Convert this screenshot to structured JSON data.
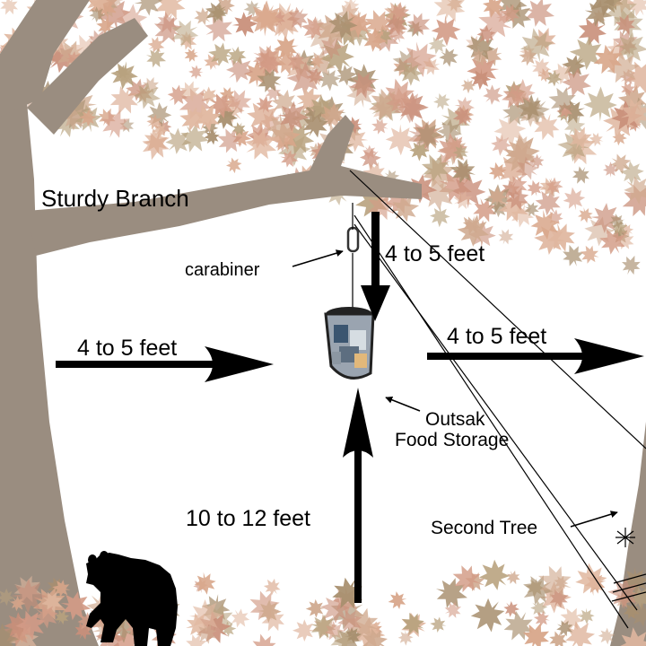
{
  "labels": {
    "branch": "Sturdy Branch",
    "carabiner": "carabiner",
    "drop_height": "4 to 5 feet",
    "left_clearance": "4 to 5 feet",
    "right_clearance": "4 to 5 feet",
    "product_name": "Outsak",
    "product_desc": "Food Storage",
    "ground_height": "10 to 12 feet",
    "second_tree": "Second Tree"
  },
  "colors": {
    "bark": "#9a8d80",
    "bark_dark": "#7d7065",
    "leaves": [
      "#c98f7a",
      "#d8a68a",
      "#b8a27e",
      "#cfa98e",
      "#e0b79f",
      "#a88f6f",
      "#d39b86"
    ],
    "arrow": "#000000",
    "bear": "#000000"
  },
  "icons": {
    "bear": "bear-silhouette-icon",
    "bag": "food-bag-icon",
    "carabiner": "carabiner-icon",
    "knot": "rope-knot-icon"
  }
}
